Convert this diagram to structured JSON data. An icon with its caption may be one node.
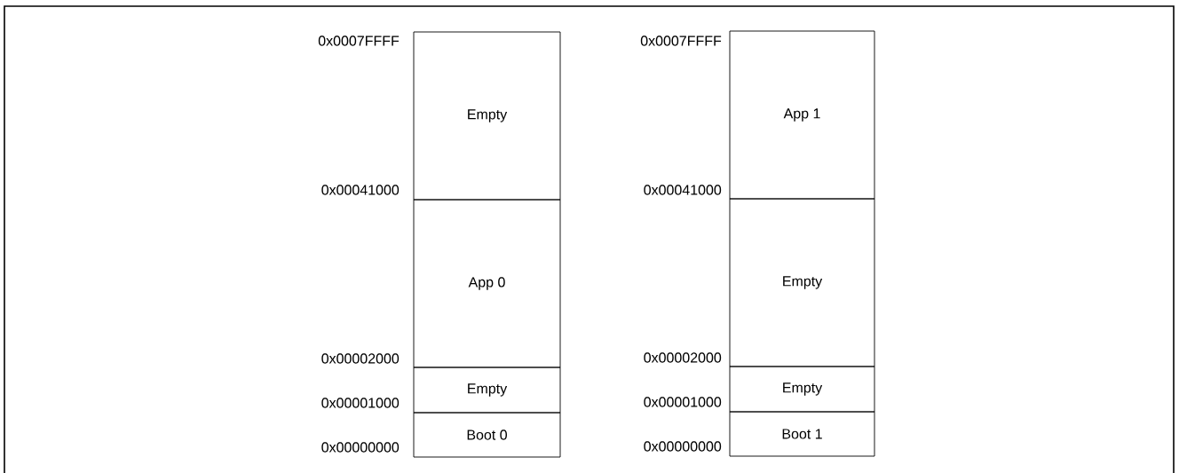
{
  "diagram": {
    "nodes": [
      {
        "text": [
          "Empty"
        ]
      },
      {
        "text": [
          "App 0"
        ]
      },
      {
        "text": [
          "Empty"
        ]
      },
      {
        "text": [
          "Boot 0"
        ]
      },
      {
        "text": [
          "App 1"
        ]
      },
      {
        "text": [
          "Empty"
        ]
      },
      {
        "text": [
          "Empty"
        ]
      },
      {
        "text": [
          "Boot 1"
        ]
      }
    ],
    "labels": [
      "0x0007FFFF",
      "0x00041000",
      "0x00002000",
      "0x00001000",
      "0x00000000",
      "0x0007FFFF",
      "0x00041000",
      "0x00002000",
      "0x00001000",
      "0x00000000"
    ]
  }
}
